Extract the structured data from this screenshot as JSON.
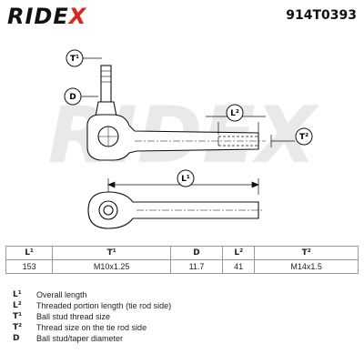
{
  "header": {
    "brand_main": "RIDE",
    "brand_x": "X",
    "part_number": "914T0393"
  },
  "watermark": "RIDEX",
  "callouts": {
    "t1": "T¹",
    "d": "D",
    "l2": "L²",
    "t2": "T²",
    "l1": "L¹"
  },
  "table": {
    "headers": [
      "L¹",
      "T¹",
      "D",
      "L²",
      "T²"
    ],
    "values": [
      "153",
      "M10x1.25",
      "11.7",
      "41",
      "M14x1.5"
    ]
  },
  "legend": [
    {
      "key": "L¹",
      "desc": "Overall length"
    },
    {
      "key": "L²",
      "desc": "Threaded portion length (tie rod side)"
    },
    {
      "key": "T¹",
      "desc": "Ball stud thread size"
    },
    {
      "key": "T²",
      "desc": "Thread size on the tie rod side"
    },
    {
      "key": "D",
      "desc": "Ball stud/taper diameter"
    }
  ],
  "colors": {
    "brand_red": "#e2231a",
    "line": "#111111",
    "watermark": "#e6e6e6"
  }
}
